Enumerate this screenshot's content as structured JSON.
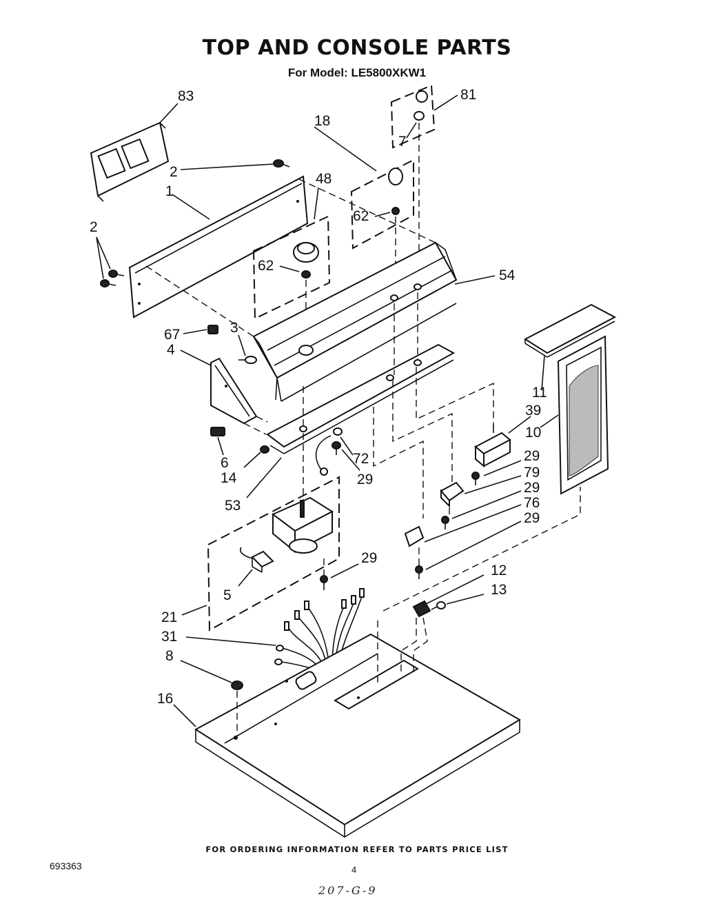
{
  "title": "TOP AND CONSOLE PARTS",
  "subtitle": "For Model: LE5800XKW1",
  "footer_note": "FOR ORDERING INFORMATION REFER TO PARTS PRICE LIST",
  "doc_number": "693363",
  "page_number": "4",
  "handwritten_note": "207-G-9",
  "part_labels": {
    "p83": "83",
    "p2a": "2",
    "p1": "1",
    "p2b": "2",
    "p48": "48",
    "p18": "18",
    "p81": "81",
    "p7": "7",
    "p62a": "62",
    "p62b": "62",
    "p54": "54",
    "p67": "67",
    "p3": "3",
    "p4": "4",
    "p6": "6",
    "p14": "14",
    "p53": "53",
    "p72": "72",
    "p29a": "29",
    "p11": "11",
    "p39": "39",
    "p10": "10",
    "p29b": "29",
    "p79": "79",
    "p29c": "29",
    "p76": "76",
    "p29d": "29",
    "p29e": "29",
    "p5": "5",
    "p12": "12",
    "p13": "13",
    "p21": "21",
    "p31": "31",
    "p8": "8",
    "p16": "16"
  }
}
